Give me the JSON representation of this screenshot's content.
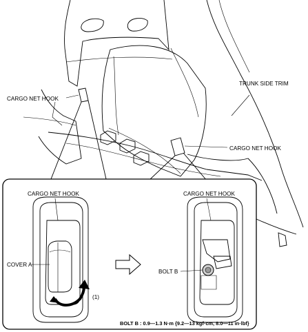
{
  "labels": {
    "cargo_net_hook_upper_left": "CARGO NET HOOK",
    "trunk_side_trim": "TRUNK SIDE TRIM",
    "cargo_net_hook_upper_right": "CARGO NET HOOK",
    "cargo_net_hook_detail_left": "CARGO NET HOOK",
    "cargo_net_hook_detail_right": "CARGO NET HOOK",
    "cover_a": "COVER A",
    "bolt_b": "BOLT B",
    "step_marker": "(1)"
  },
  "torque_spec": {
    "label": "BOLT B",
    "value": " : 0.9—1.3 N·m {9.2—13 kgf·cm, 8.0—11 in·lbf}"
  },
  "icons": {
    "rotation_arrow": "curved-arrow-icon",
    "transition_arrow": "right-arrow-icon"
  },
  "colors": {
    "line": "#000000",
    "fill_light": "#f4f4f4",
    "fill_mid": "#e2e2e2",
    "fill_dark": "#c8c8c8",
    "background": "#ffffff"
  }
}
